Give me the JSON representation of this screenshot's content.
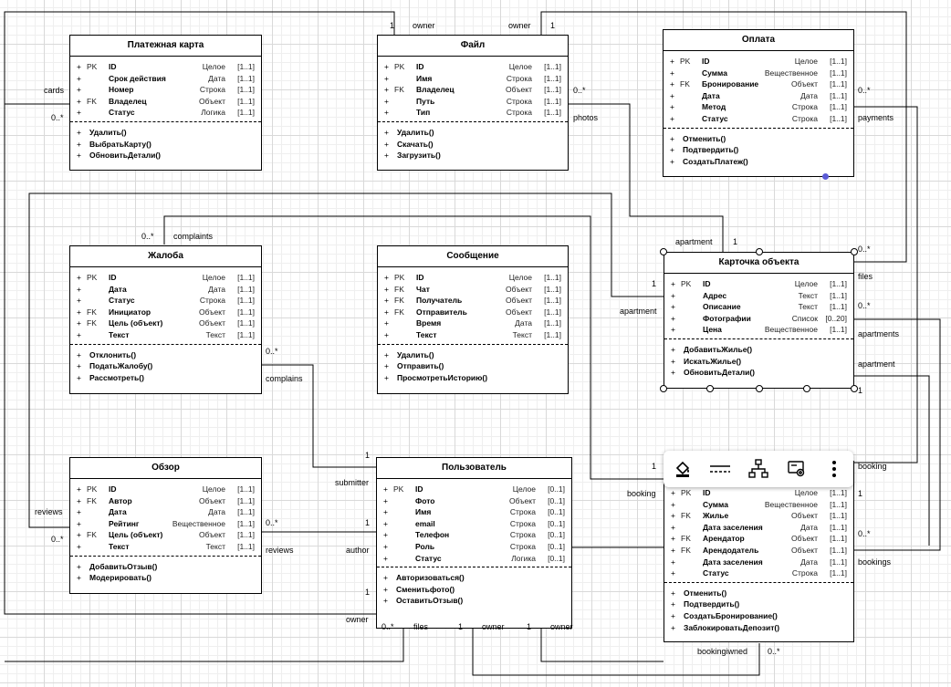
{
  "classes": {
    "card": {
      "title": "Платежная карта",
      "attrs": [
        {
          "vis": "+",
          "key": "PK",
          "name": "ID",
          "type": "Целое",
          "mult": "[1..1]"
        },
        {
          "vis": "+",
          "key": "",
          "name": "Срок действия",
          "type": "Дата",
          "mult": "[1..1]"
        },
        {
          "vis": "+",
          "key": "",
          "name": "Номер",
          "type": "Строка",
          "mult": "[1..1]"
        },
        {
          "vis": "+",
          "key": "FK",
          "name": "Владелец",
          "type": "Объект",
          "mult": "[1..1]"
        },
        {
          "vis": "+",
          "key": "",
          "name": "Статус",
          "type": "Логика",
          "mult": "[1..1]"
        }
      ],
      "ops": [
        {
          "vis": "+",
          "name": "Удалить()"
        },
        {
          "vis": "+",
          "name": "ВыбратьКарту()"
        },
        {
          "vis": "+",
          "name": "ОбновитьДетали()"
        }
      ]
    },
    "file": {
      "title": "Файл",
      "attrs": [
        {
          "vis": "+",
          "key": "PK",
          "name": "ID",
          "type": "Целое",
          "mult": "[1..1]"
        },
        {
          "vis": "+",
          "key": "",
          "name": "Имя",
          "type": "Строка",
          "mult": "[1..1]"
        },
        {
          "vis": "+",
          "key": "FK",
          "name": "Владелец",
          "type": "Объект",
          "mult": "[1..1]"
        },
        {
          "vis": "+",
          "key": "",
          "name": "Путь",
          "type": "Строка",
          "mult": "[1..1]"
        },
        {
          "vis": "+",
          "key": "",
          "name": "Тип",
          "type": "Строка",
          "mult": "[1..1]"
        }
      ],
      "ops": [
        {
          "vis": "+",
          "name": "Удалить()"
        },
        {
          "vis": "+",
          "name": "Скачать()"
        },
        {
          "vis": "+",
          "name": "Загрузить()"
        }
      ]
    },
    "payment": {
      "title": "Оплата",
      "attrs": [
        {
          "vis": "+",
          "key": "PK",
          "name": "ID",
          "type": "Целое",
          "mult": "[1..1]"
        },
        {
          "vis": "+",
          "key": "",
          "name": "Сумма",
          "type": "Вещественное",
          "mult": "[1..1]"
        },
        {
          "vis": "+",
          "key": "FK",
          "name": "Бронирование",
          "type": "Объект",
          "mult": "[1..1]"
        },
        {
          "vis": "+",
          "key": "",
          "name": "Дата",
          "type": "Дата",
          "mult": "[1..1]"
        },
        {
          "vis": "+",
          "key": "",
          "name": "Метод",
          "type": "Строка",
          "mult": "[1..1]"
        },
        {
          "vis": "+",
          "key": "",
          "name": "Статус",
          "type": "Строка",
          "mult": "[1..1]"
        }
      ],
      "ops": [
        {
          "vis": "+",
          "name": "Отменить()"
        },
        {
          "vis": "+",
          "name": "Подтвердить()"
        },
        {
          "vis": "+",
          "name": "СоздатьПлатеж()"
        }
      ]
    },
    "complaint": {
      "title": "Жалоба",
      "attrs": [
        {
          "vis": "+",
          "key": "PK",
          "name": "ID",
          "type": "Целое",
          "mult": "[1..1]"
        },
        {
          "vis": "+",
          "key": "",
          "name": "Дата",
          "type": "Дата",
          "mult": "[1..1]"
        },
        {
          "vis": "+",
          "key": "",
          "name": "Статус",
          "type": "Строка",
          "mult": "[1..1]"
        },
        {
          "vis": "+",
          "key": "FK",
          "name": "Инициатор",
          "type": "Объект",
          "mult": "[1..1]"
        },
        {
          "vis": "+",
          "key": "FK",
          "name": "Цель (объект)",
          "type": "Объект",
          "mult": "[1..1]"
        },
        {
          "vis": "+",
          "key": "",
          "name": "Текст",
          "type": "Текст",
          "mult": "[1..1]"
        }
      ],
      "ops": [
        {
          "vis": "+",
          "name": "Отклонить()"
        },
        {
          "vis": "+",
          "name": "ПодатьЖалобу()"
        },
        {
          "vis": "+",
          "name": "Рассмотреть()"
        }
      ]
    },
    "message": {
      "title": "Сообщение",
      "attrs": [
        {
          "vis": "+",
          "key": "PK",
          "name": "ID",
          "type": "Целое",
          "mult": "[1..1]"
        },
        {
          "vis": "+",
          "key": "FK",
          "name": "Чат",
          "type": "Объект",
          "mult": "[1..1]"
        },
        {
          "vis": "+",
          "key": "FK",
          "name": "Получатель",
          "type": "Объект",
          "mult": "[1..1]"
        },
        {
          "vis": "+",
          "key": "FK",
          "name": "Отправитель",
          "type": "Объект",
          "mult": "[1..1]"
        },
        {
          "vis": "+",
          "key": "",
          "name": "Время",
          "type": "Дата",
          "mult": "[1..1]"
        },
        {
          "vis": "+",
          "key": "",
          "name": "Текст",
          "type": "Текст",
          "mult": "[1..1]"
        }
      ],
      "ops": [
        {
          "vis": "+",
          "name": "Удалить()"
        },
        {
          "vis": "+",
          "name": "Отправить()"
        },
        {
          "vis": "+",
          "name": "ПросмотретьИсторию()"
        }
      ]
    },
    "listing": {
      "title": "Карточка объекта",
      "attrs": [
        {
          "vis": "+",
          "key": "PK",
          "name": "ID",
          "type": "Целое",
          "mult": "[1..1]"
        },
        {
          "vis": "+",
          "key": "",
          "name": "Адрес",
          "type": "Текст",
          "mult": "[1..1]"
        },
        {
          "vis": "+",
          "key": "",
          "name": "Описание",
          "type": "Текст",
          "mult": "[1..1]"
        },
        {
          "vis": "+",
          "key": "",
          "name": "Фотографии",
          "type": "Список",
          "mult": "[0..20]"
        },
        {
          "vis": "+",
          "key": "",
          "name": "Цена",
          "type": "Вещественное",
          "mult": "[1..1]"
        }
      ],
      "ops": [
        {
          "vis": "+",
          "name": "ДобавитьЖилье()"
        },
        {
          "vis": "+",
          "name": "ИскатьЖилье()"
        },
        {
          "vis": "+",
          "name": "ОбновитьДетали()"
        }
      ]
    },
    "review": {
      "title": "Обзор",
      "attrs": [
        {
          "vis": "+",
          "key": "PK",
          "name": "ID",
          "type": "Целое",
          "mult": "[1..1]"
        },
        {
          "vis": "+",
          "key": "FK",
          "name": "Автор",
          "type": "Объект",
          "mult": "[1..1]"
        },
        {
          "vis": "+",
          "key": "",
          "name": "Дата",
          "type": "Дата",
          "mult": "[1..1]"
        },
        {
          "vis": "+",
          "key": "",
          "name": "Рейтинг",
          "type": "Вещественное",
          "mult": "[1..1]"
        },
        {
          "vis": "+",
          "key": "FK",
          "name": "Цель (объект)",
          "type": "Объект",
          "mult": "[1..1]"
        },
        {
          "vis": "+",
          "key": "",
          "name": "Текст",
          "type": "Текст",
          "mult": "[1..1]"
        }
      ],
      "ops": [
        {
          "vis": "+",
          "name": "ДобавитьОтзыв()"
        },
        {
          "vis": "+",
          "name": "Модерировать()"
        }
      ]
    },
    "user": {
      "title": "Пользователь",
      "attrs": [
        {
          "vis": "+",
          "key": "PK",
          "name": "ID",
          "type": "Целое",
          "mult": "[0..1]"
        },
        {
          "vis": "+",
          "key": "",
          "name": "Фото",
          "type": "Объект",
          "mult": "[0..1]"
        },
        {
          "vis": "+",
          "key": "",
          "name": "Имя",
          "type": "Строка",
          "mult": "[0..1]"
        },
        {
          "vis": "+",
          "key": "",
          "name": "email",
          "type": "Строка",
          "mult": "[0..1]"
        },
        {
          "vis": "+",
          "key": "",
          "name": "Телефон",
          "type": "Строка",
          "mult": "[0..1]"
        },
        {
          "vis": "+",
          "key": "",
          "name": "Роль",
          "type": "Строка",
          "mult": "[0..1]"
        },
        {
          "vis": "+",
          "key": "",
          "name": "Статус",
          "type": "Логика",
          "mult": "[0..1]"
        }
      ],
      "ops": [
        {
          "vis": "+",
          "name": "Авторизоваться()"
        },
        {
          "vis": "+",
          "name": "Сменитьфото()"
        },
        {
          "vis": "+",
          "name": "ОставитьОтзыв()"
        }
      ]
    },
    "booking": {
      "title": "",
      "attrs": [
        {
          "vis": "+",
          "key": "PK",
          "name": "ID",
          "type": "Целое",
          "mult": "[1..1]"
        },
        {
          "vis": "+",
          "key": "",
          "name": "Сумма",
          "type": "Вещественное",
          "mult": "[1..1]"
        },
        {
          "vis": "+",
          "key": "FK",
          "name": "Жилье",
          "type": "Объект",
          "mult": "[1..1]"
        },
        {
          "vis": "+",
          "key": "",
          "name": "Дата заселения",
          "type": "Дата",
          "mult": "[1..1]"
        },
        {
          "vis": "+",
          "key": "FK",
          "name": "Арендатор",
          "type": "Объект",
          "mult": "[1..1]"
        },
        {
          "vis": "+",
          "key": "FK",
          "name": "Арендодатель",
          "type": "Объект",
          "mult": "[1..1]"
        },
        {
          "vis": "+",
          "key": "",
          "name": "Дата заселения",
          "type": "Дата",
          "mult": "[1..1]"
        },
        {
          "vis": "+",
          "key": "",
          "name": "Статус",
          "type": "Строка",
          "mult": "[1..1]"
        }
      ],
      "ops": [
        {
          "vis": "+",
          "name": "Отменить()"
        },
        {
          "vis": "+",
          "name": "Подтвердить()"
        },
        {
          "vis": "+",
          "name": "СоздатьБронирование()"
        },
        {
          "vis": "+",
          "name": "ЗаблокироватьДепозит()"
        }
      ]
    }
  },
  "labels": [
    {
      "id": "owner-1",
      "text": "owner"
    },
    {
      "id": "one-1",
      "text": "1"
    },
    {
      "id": "owner-2",
      "text": "owner"
    },
    {
      "id": "one-2",
      "text": "1"
    },
    {
      "id": "cards",
      "text": "cards"
    },
    {
      "id": "zm-cards",
      "text": "0..*"
    },
    {
      "id": "zm-photos",
      "text": "0..*"
    },
    {
      "id": "photos",
      "text": "photos"
    },
    {
      "id": "zm-payments",
      "text": "0..*"
    },
    {
      "id": "payments",
      "text": "payments"
    },
    {
      "id": "zm-complaints",
      "text": "0..*"
    },
    {
      "id": "complaints",
      "text": "complaints"
    },
    {
      "id": "apartment-top",
      "text": "apartment"
    },
    {
      "id": "one-apt",
      "text": "1"
    },
    {
      "id": "zm-files",
      "text": "0..*"
    },
    {
      "id": "files",
      "text": "files"
    },
    {
      "id": "one-left",
      "text": "1"
    },
    {
      "id": "apartment-left",
      "text": "apartment"
    },
    {
      "id": "zm-apartments",
      "text": "0..*"
    },
    {
      "id": "apartments",
      "text": "apartments"
    },
    {
      "id": "apartment-right",
      "text": "apartment"
    },
    {
      "id": "one-right",
      "text": "1"
    },
    {
      "id": "zm-complains",
      "text": "0..*"
    },
    {
      "id": "complains",
      "text": "complains"
    },
    {
      "id": "one-submitter",
      "text": "1"
    },
    {
      "id": "submitter",
      "text": "submitter"
    },
    {
      "id": "one-booking-l",
      "text": "1"
    },
    {
      "id": "booking-l",
      "text": "booking"
    },
    {
      "id": "booking-r",
      "text": "booking"
    },
    {
      "id": "one-booking-r",
      "text": "1"
    },
    {
      "id": "reviews-l",
      "text": "reviews"
    },
    {
      "id": "zm-reviews-l",
      "text": "0..*"
    },
    {
      "id": "zm-reviews",
      "text": "0..*"
    },
    {
      "id": "reviews",
      "text": "reviews"
    },
    {
      "id": "one-author",
      "text": "1"
    },
    {
      "id": "author",
      "text": "author"
    },
    {
      "id": "zm-bookings",
      "text": "0..*"
    },
    {
      "id": "bookings",
      "text": "bookings"
    },
    {
      "id": "one-owner-u",
      "text": "1"
    },
    {
      "id": "owner-u",
      "text": "owner"
    },
    {
      "id": "zm-files-u",
      "text": "0..*"
    },
    {
      "id": "files-u",
      "text": "files"
    },
    {
      "id": "one-owner-b1",
      "text": "1"
    },
    {
      "id": "owner-b1",
      "text": "owner"
    },
    {
      "id": "one-owner-b2",
      "text": "1"
    },
    {
      "id": "owner-b2",
      "text": "owner"
    },
    {
      "id": "bookingiwned",
      "text": "bookingiwned"
    },
    {
      "id": "zm-bookingiwned",
      "text": "0..*"
    }
  ],
  "toolbar": {
    "items": [
      {
        "name": "fill-color-icon"
      },
      {
        "name": "line-style-icon"
      },
      {
        "name": "layout-tree-icon"
      },
      {
        "name": "edit-style-icon"
      },
      {
        "name": "more-options-icon"
      }
    ]
  },
  "colors": {
    "line": "#000000",
    "handle": "#5b5bd6",
    "toolbar_bg": "#ffffff"
  }
}
